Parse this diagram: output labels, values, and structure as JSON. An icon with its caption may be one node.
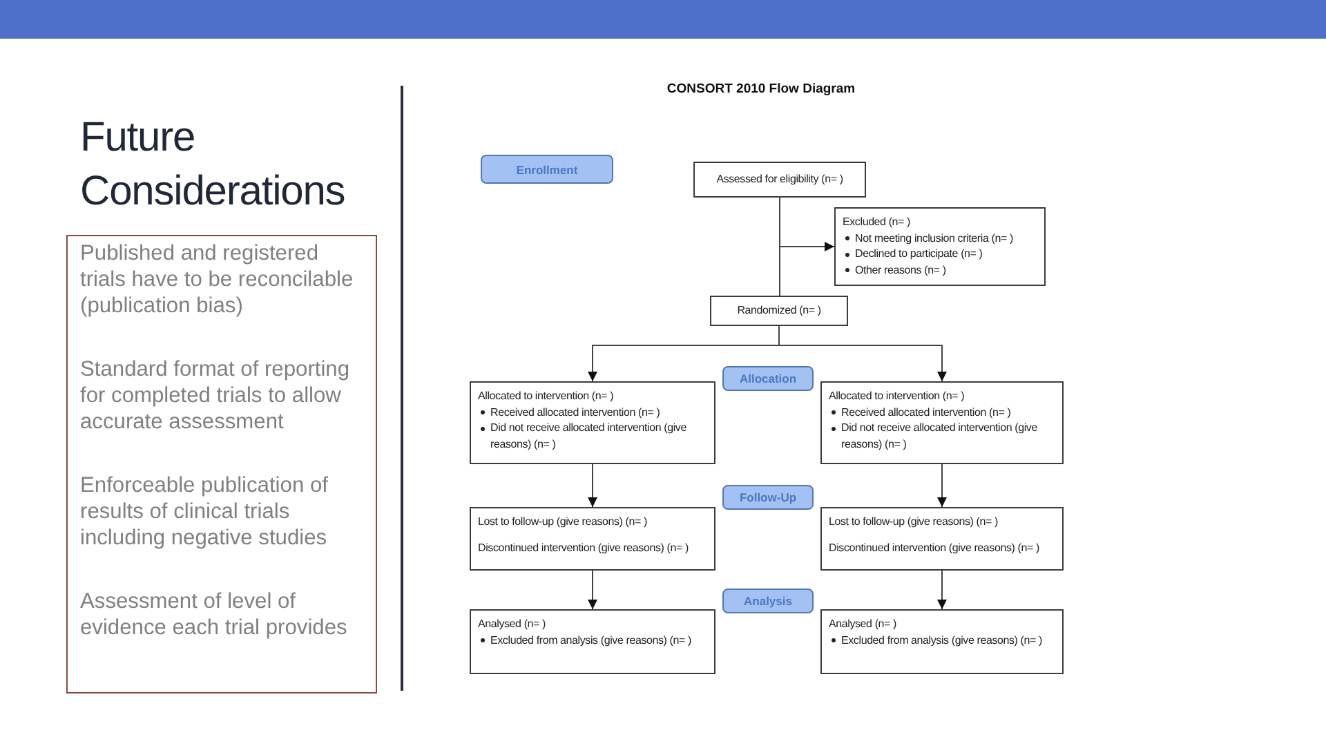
{
  "diagram": {
    "title": "Future Considerations",
    "nodes": [
      {
        "text": [
          "Published and registered trials have to be reconcilable (publication bias)",
          "Standard format of reporting for completed trials to allow accurate assessment",
          "Enforceable publication of results of clinical trials including negative studies",
          "Assessment of level of evidence each trial provides"
        ]
      },
      {
        "text": [
          "Enrollment"
        ]
      },
      {
        "text": [
          "Assessed for eligibility (n= )"
        ]
      },
      {
        "text": [
          "Excluded (n= )",
          "Not meeting inclusion criteria (n= )",
          "Declined to participate (n= )",
          "Other reasons (n= )"
        ]
      },
      {
        "text": [
          "Randomized (n= )"
        ]
      },
      {
        "text": [
          "Allocation"
        ]
      },
      {
        "text": [
          "Allocated to intervention (n= )",
          "Received allocated intervention (n= )",
          "Did not receive allocated intervention (give reasons) (n= )"
        ]
      },
      {
        "text": [
          "Allocated to intervention (n= )",
          "Received allocated intervention (n= )",
          "Did not receive allocated intervention (give reasons) (n= )"
        ]
      },
      {
        "text": [
          "Follow-Up"
        ]
      },
      {
        "text": [
          "Lost to follow-up (give reasons) (n= )",
          "Discontinued intervention (give reasons) (n= )"
        ]
      },
      {
        "text": [
          "Lost to follow-up (give reasons) (n= )",
          "Discontinued intervention (give reasons) (n= )"
        ]
      },
      {
        "text": [
          "Analysis"
        ]
      },
      {
        "text": [
          "Analysed (n= )",
          "Excluded from analysis (give reasons) (n= )"
        ]
      },
      {
        "text": [
          "Analysed (n= )",
          "Excluded from analysis (give reasons) (n= )"
        ]
      }
    ],
    "edges": [
      {
        "from": 2,
        "to": 3,
        "arrow": "to"
      },
      {
        "from": 2,
        "to": 4,
        "arrow": "none"
      },
      {
        "from": 4,
        "to": 6,
        "arrow": "to"
      },
      {
        "from": 4,
        "to": 7,
        "arrow": "to"
      },
      {
        "from": 6,
        "to": 9,
        "arrow": "to"
      },
      {
        "from": 7,
        "to": 10,
        "arrow": "to"
      },
      {
        "from": 9,
        "to": 12,
        "arrow": "to"
      },
      {
        "from": 10,
        "to": 13,
        "arrow": "to"
      }
    ],
    "labels": [
      "CONSORT 2010 Flow Diagram"
    ]
  }
}
